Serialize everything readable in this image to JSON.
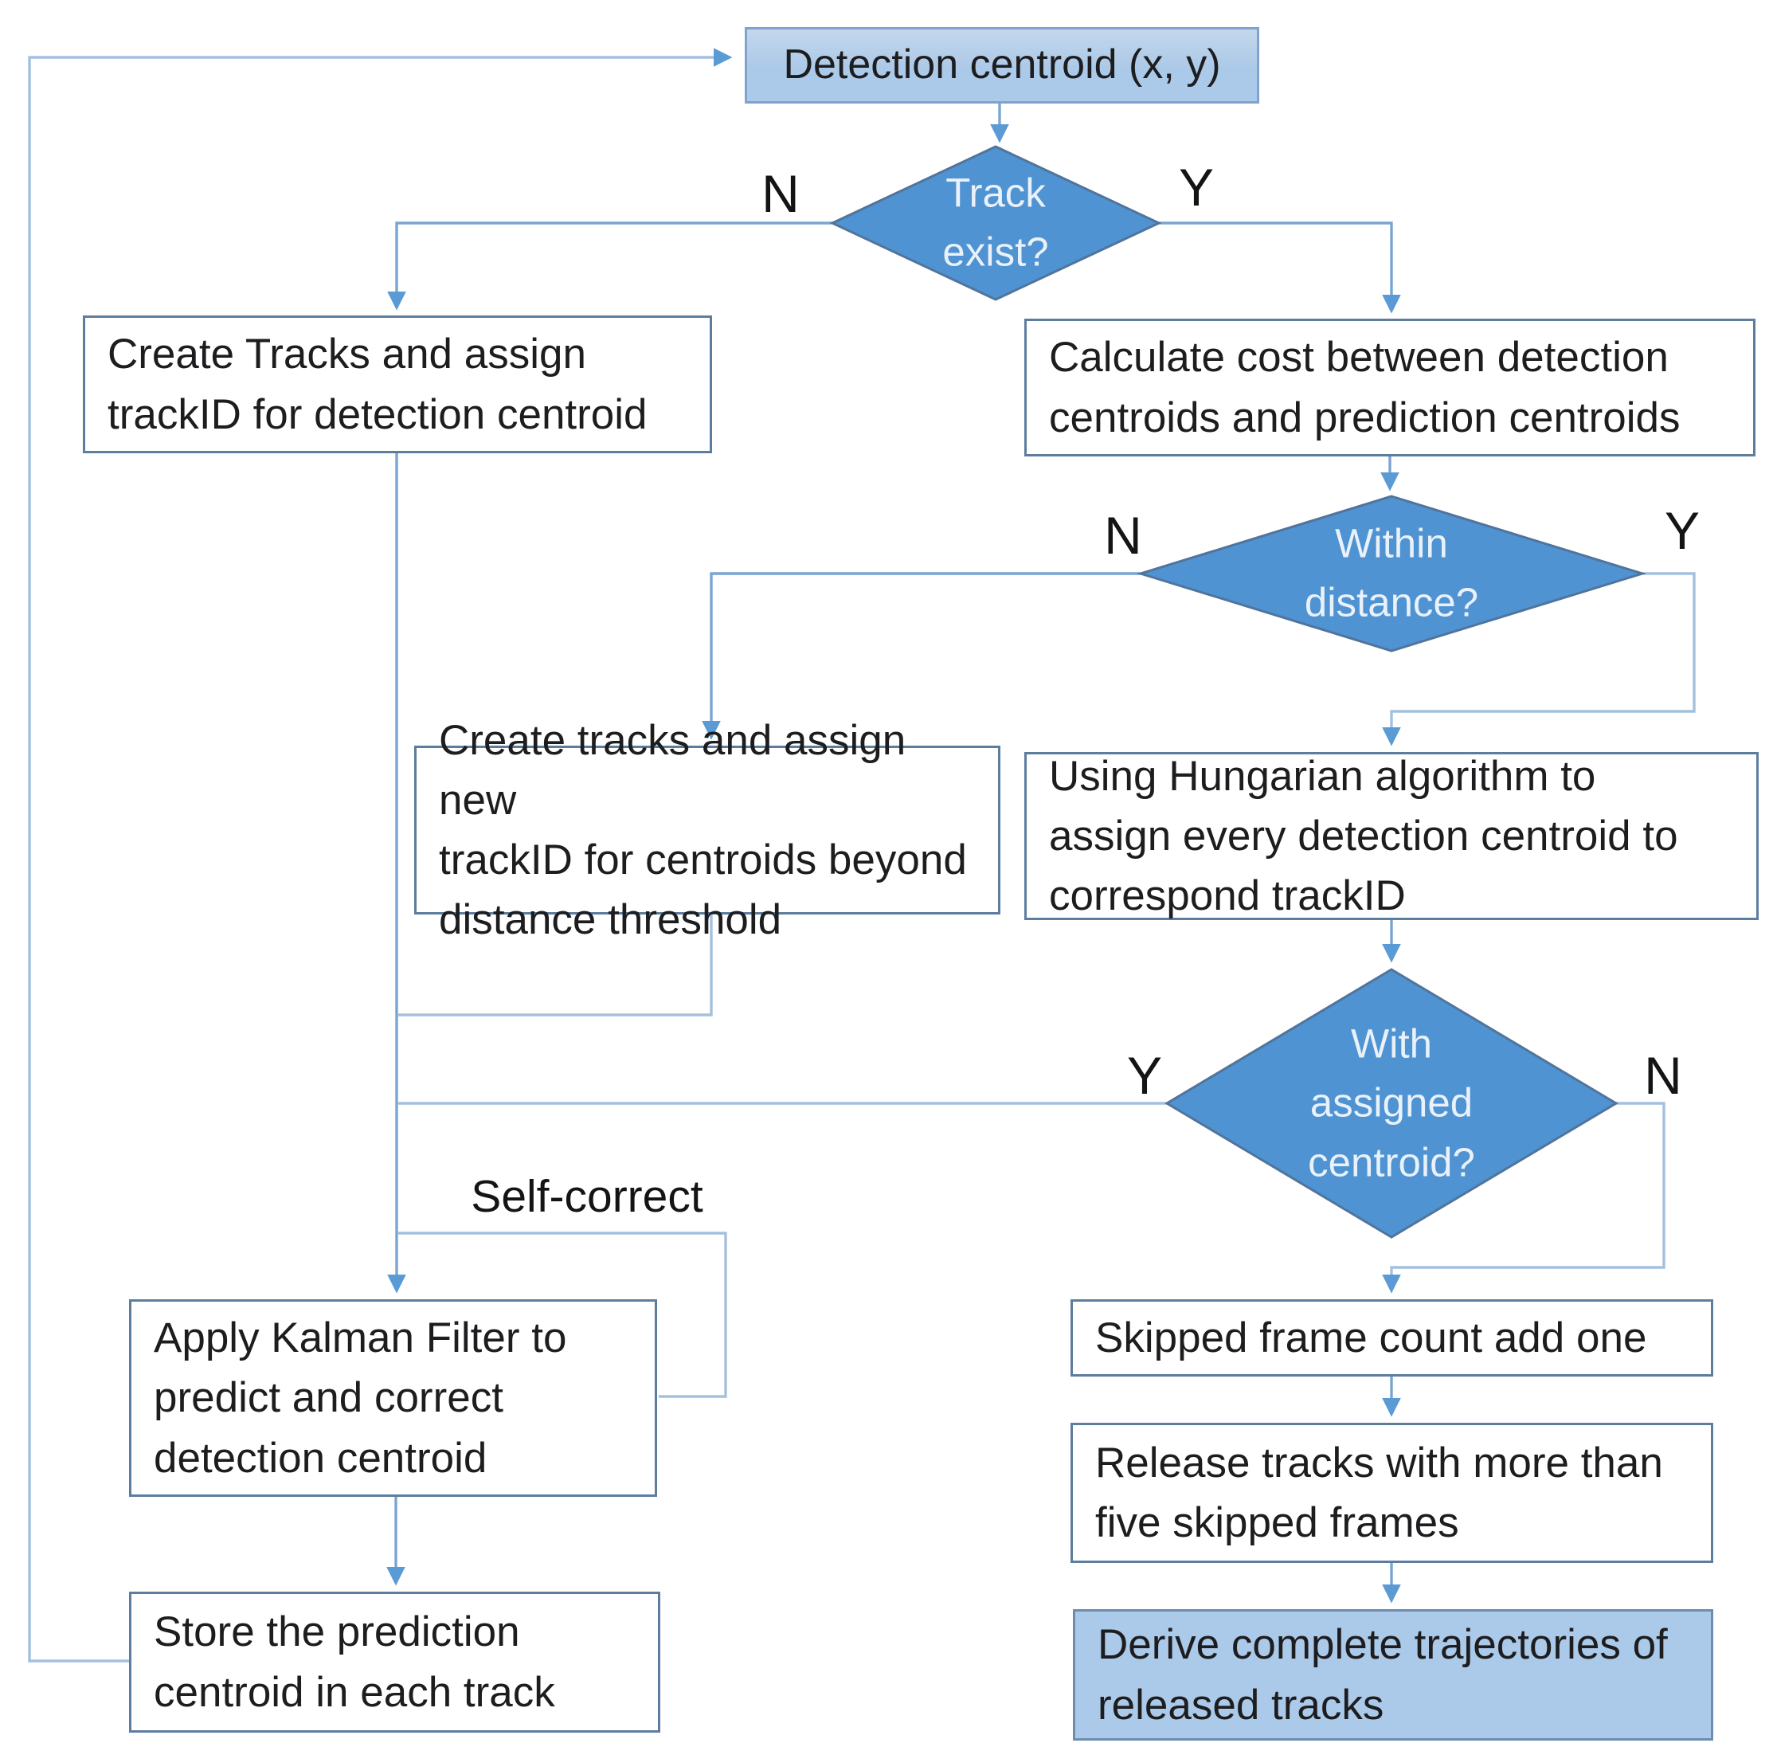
{
  "colors": {
    "bg": "#ffffff",
    "accent": "#4f93d2",
    "arrow": "#5b9bd5",
    "lightfill": "#abc9e8",
    "lightfill_top": "#c4d7ec",
    "lightbox_border": "#7fa3cc",
    "lightbox_border2": "#6d8db0",
    "box_border": "#5d7d9f",
    "diamond_border": "#50749c",
    "diamond_text": "#e9f1fa",
    "connector_mid": "#7aa5d2",
    "connector_light": "#a4c0de",
    "text": "#1d1d1f",
    "label_text": "#141414"
  },
  "nodes": {
    "detection": {
      "label": "Detection centroid (x, y)"
    },
    "track_exist": {
      "label": "Track\nexist?"
    },
    "create_tracks": {
      "label": "Create Tracks and assign\ntrackID for detection centroid"
    },
    "calculate_cost": {
      "label": "Calculate cost between detection\ncentroids and prediction centroids"
    },
    "within_distance": {
      "label": "Within\ndistance?"
    },
    "create_tracks_beyond": {
      "label": "Create tracks and assign new\ntrackID for centroids beyond\ndistance threshold"
    },
    "hungarian": {
      "label": "Using Hungarian algorithm to\nassign every detection centroid to\ncorrespond trackID"
    },
    "with_assigned": {
      "label": "With\nassigned\ncentroid?"
    },
    "kalman": {
      "label": "Apply Kalman Filter to\npredict and correct\ndetection centroid"
    },
    "store_prediction": {
      "label": "Store the prediction\ncentroid in each track"
    },
    "skipped_frame": {
      "label": "Skipped frame count add one"
    },
    "release_tracks": {
      "label": "Release tracks with more than\nfive skipped frames"
    },
    "derive_trajectories": {
      "label": "Derive complete trajectories of\nreleased tracks"
    }
  },
  "branch_labels": {
    "track_exist_no": "N",
    "track_exist_yes": "Y",
    "within_distance_no": "N",
    "within_distance_yes": "Y",
    "with_assigned_yes": "Y",
    "with_assigned_no": "N"
  },
  "annotations": {
    "self_correct": "Self-correct"
  }
}
